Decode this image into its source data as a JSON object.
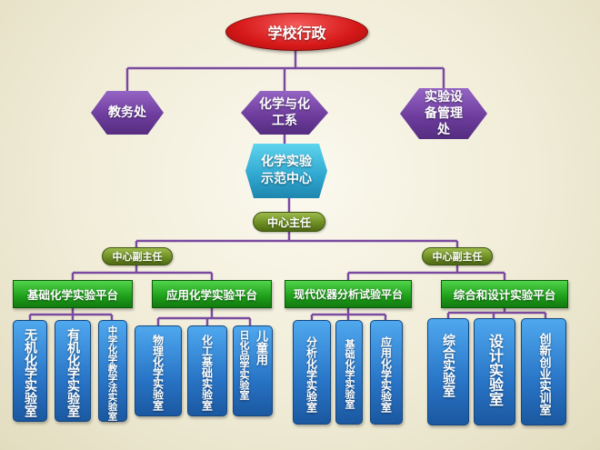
{
  "top": {
    "label": "学校行政"
  },
  "level2": [
    {
      "line1": "教务处",
      "line2": "",
      "line3": ""
    },
    {
      "line1": "化学与化",
      "line2": "工系",
      "line3": ""
    },
    {
      "line1": "实验设",
      "line2": "备管理",
      "line3": "处"
    }
  ],
  "center": {
    "line1": "化学实验",
    "line2": "示范中心"
  },
  "director": {
    "label": "中心主任"
  },
  "deputies": [
    {
      "label": "中心副主任"
    },
    {
      "label": "中心副主任"
    }
  ],
  "platforms": [
    {
      "label": "基础化学实验平台"
    },
    {
      "label": "应用化学实验平台"
    },
    {
      "label": "现代仪器分析试验平台"
    },
    {
      "label": "综合和设计实验平台"
    }
  ],
  "labs": [
    {
      "line1": "无机化学实验室",
      "line2": ""
    },
    {
      "line1": "有机化学实验室",
      "line2": ""
    },
    {
      "line1": "中学化学教学法实验室",
      "line2": ""
    },
    {
      "line1": "物理化学实验室",
      "line2": ""
    },
    {
      "line1": "化工基础实验室",
      "line2": ""
    },
    {
      "line1": "儿童用",
      "line2": "日化品学实验室"
    },
    {
      "line1": "分析化学实验室",
      "line2": ""
    },
    {
      "line1": "基础化学实验室",
      "line2": ""
    },
    {
      "line1": "应用化学实验室",
      "line2": ""
    },
    {
      "line1": "综合实验室",
      "line2": ""
    },
    {
      "line1": "设计实验室",
      "line2": ""
    },
    {
      "line1": "创新创业实训室",
      "line2": ""
    }
  ],
  "colors": {
    "connector": "#7a4aa0",
    "top": "#d61818",
    "level2": "#6e3d9e",
    "center": "#2ea6cf",
    "pill": "#6f8f24",
    "platform": "#1e9e1a",
    "lab": "#2874c6"
  }
}
